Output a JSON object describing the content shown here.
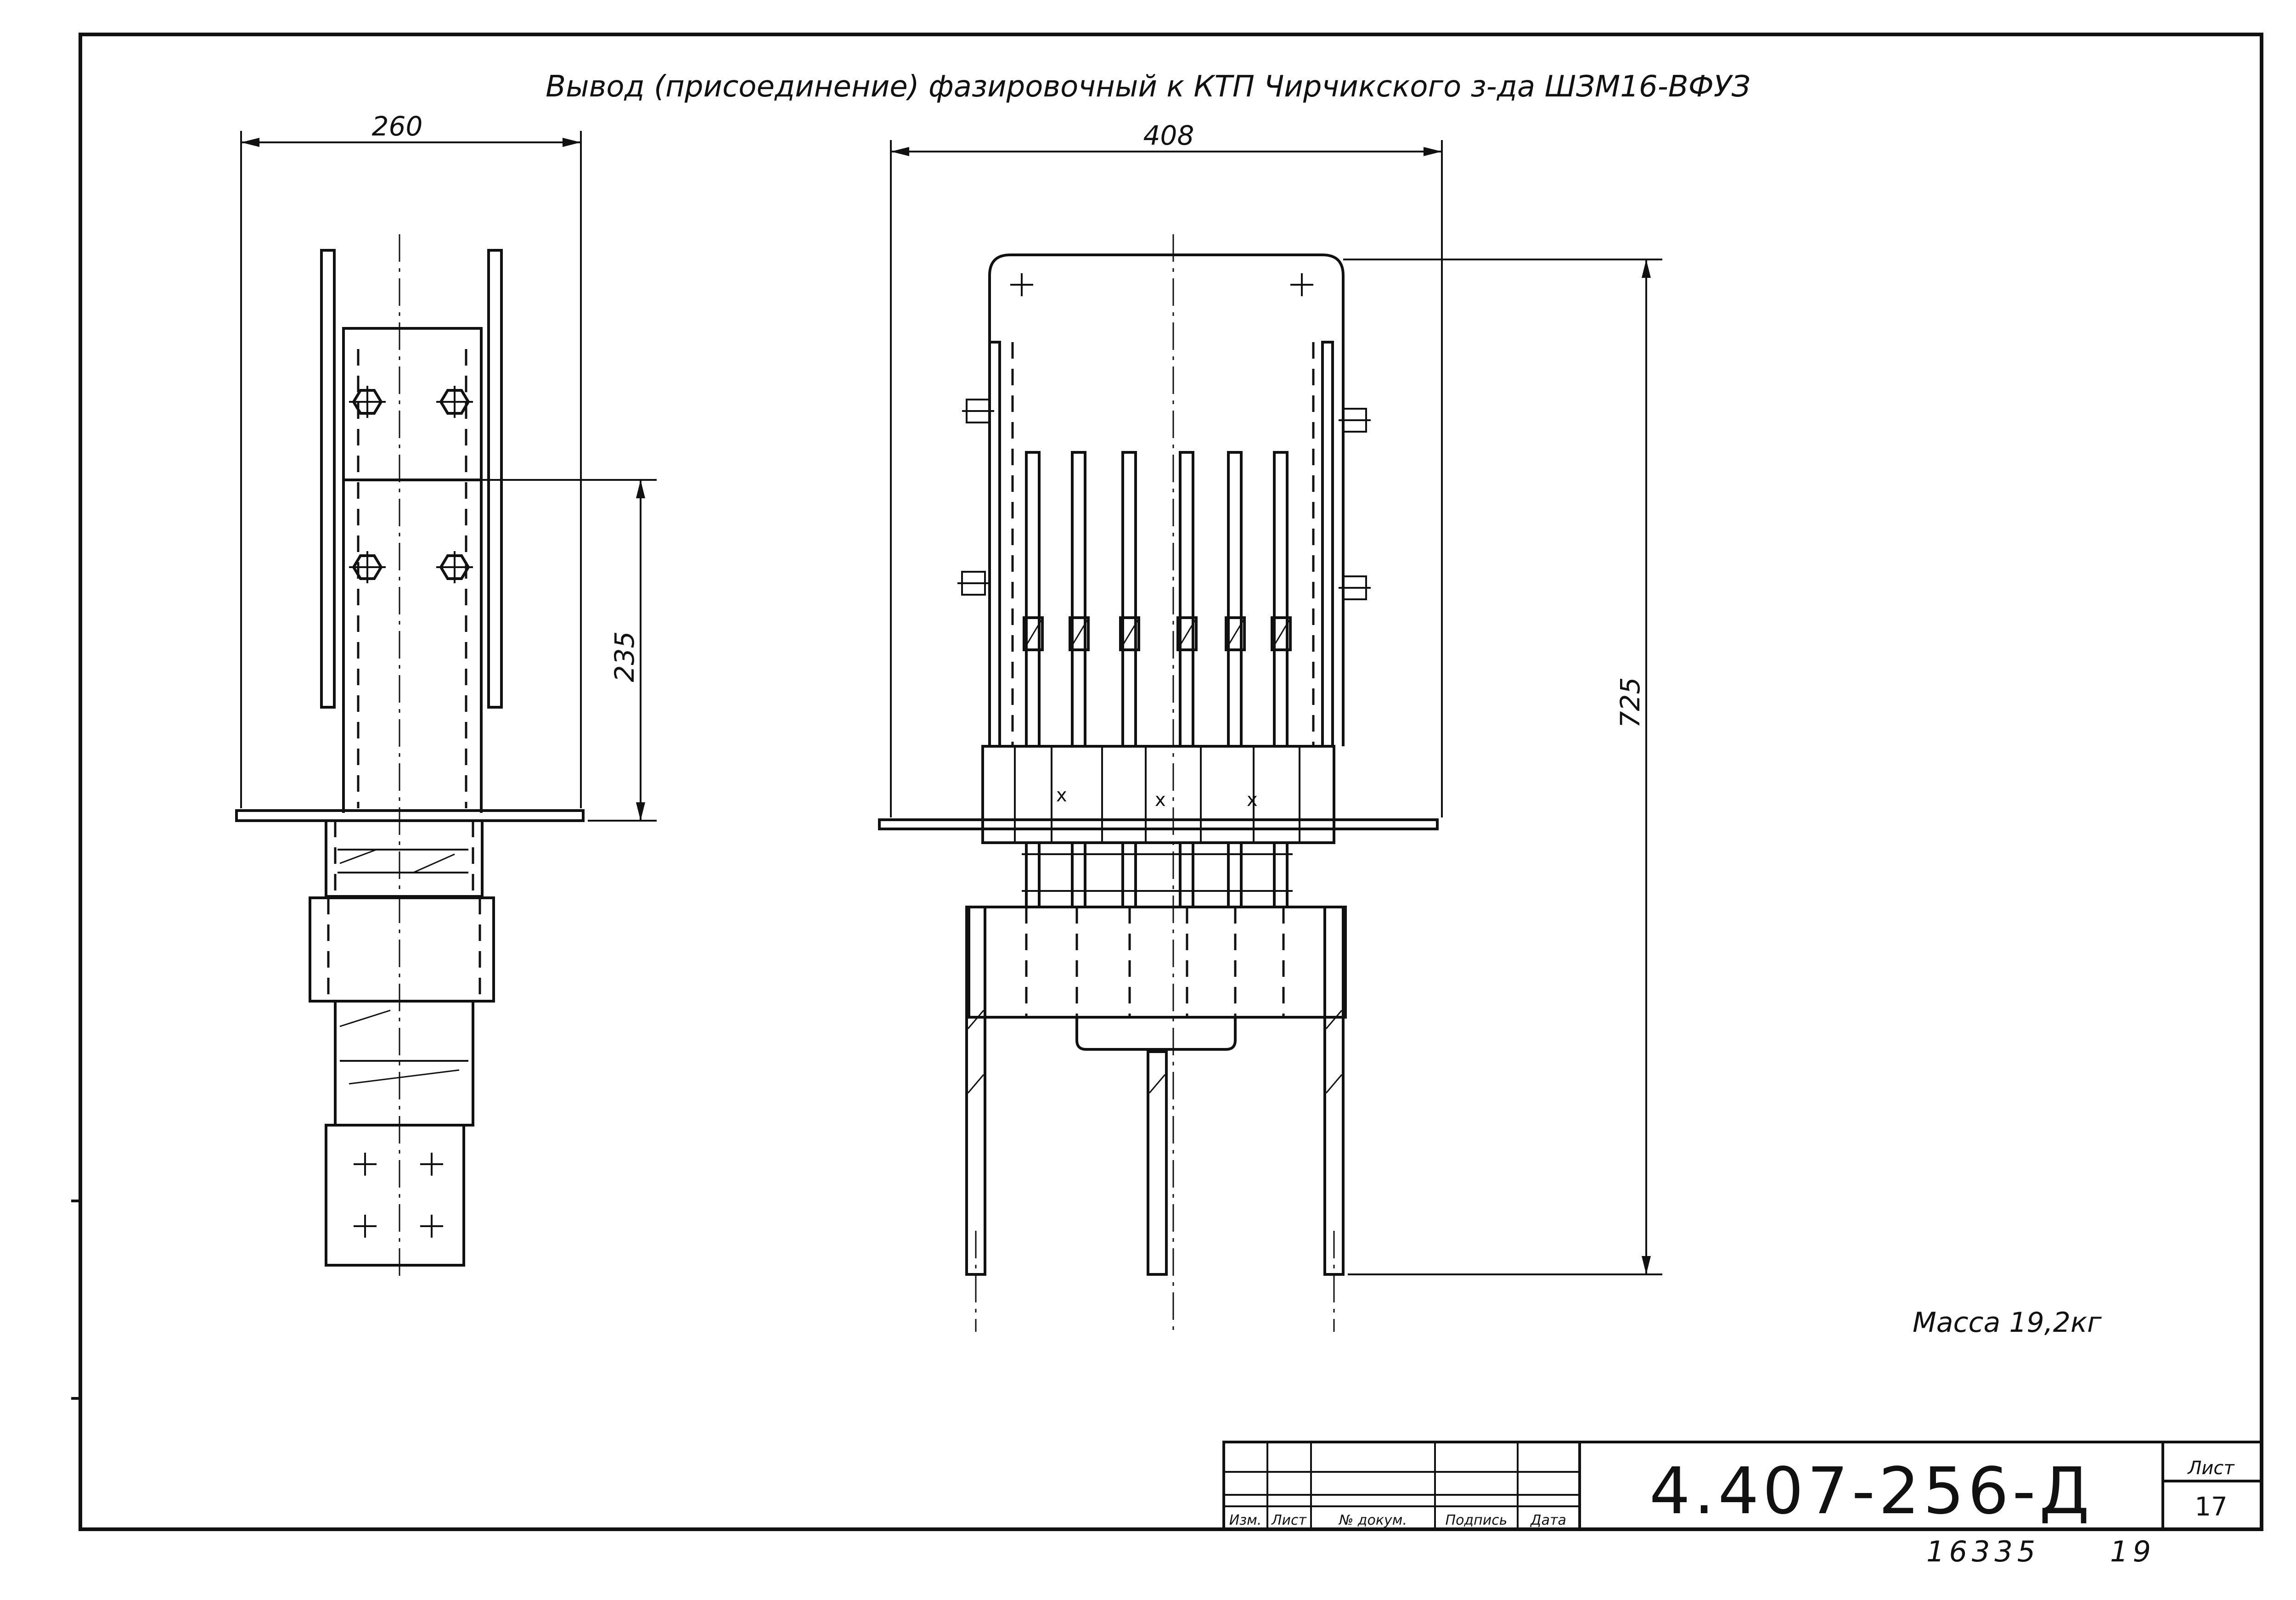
{
  "title": "Вывод (присоединение) фазировочный к КТП Чирчикского з-да ШЗМ16-ВФУЗ",
  "dimensions": {
    "left_width": "260",
    "left_height": "235",
    "right_width": "408",
    "right_height": "725"
  },
  "mass": "Масса 19,2кг",
  "title_block": {
    "doc_number": "4.407-256-Д",
    "sheet_label": "Лист",
    "sheet_number": "17",
    "headers": [
      "Изм.",
      "Лист",
      "№ докум.",
      "Подпись",
      "Дата"
    ]
  },
  "footer": {
    "inventory": "16335",
    "page": "19"
  }
}
